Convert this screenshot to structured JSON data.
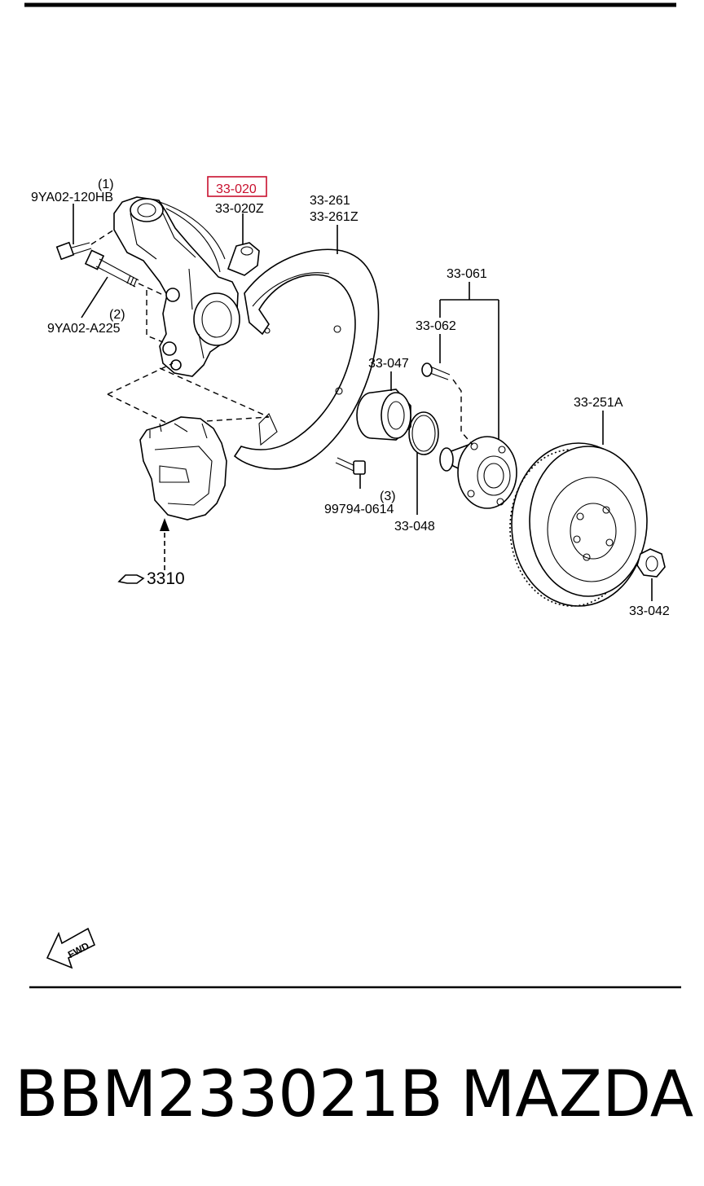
{
  "labels": {
    "bolt1_qty": "(1)",
    "bolt1_code": "9YA02-120HB",
    "bolt2_qty": "(2)",
    "bolt2_code": "9YA02-A225",
    "knuckle_code": "33-020",
    "knuckle_alt": "33-020Z",
    "shield_code": "33-261",
    "shield_alt": "33-261Z",
    "hub_assy_code": "33-061",
    "hub_bolt_code": "33-062",
    "bearing_code": "33-047",
    "snap_ring_code": "33-048",
    "shield_bolt_qty": "(3)",
    "shield_bolt_code": "99794-0614",
    "disc_code": "33-251A",
    "nut_code": "33-042",
    "caliper_ref": "3310",
    "fwd": "FWD"
  },
  "caption": {
    "part_number": "BBM233021B",
    "brand": "MAZDA"
  },
  "highlight_color": "#c8102e"
}
